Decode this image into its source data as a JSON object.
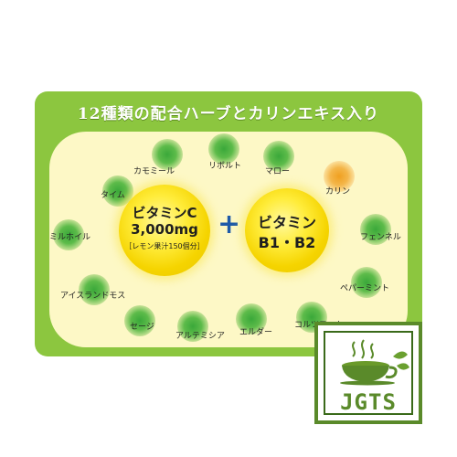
{
  "title": "12種類の配合ハーブとカリンエキス入り",
  "herbs": [
    {
      "label": "カモミール"
    },
    {
      "label": "リボルト"
    },
    {
      "label": "マロー"
    },
    {
      "label": "カリン"
    },
    {
      "label": "タイム"
    },
    {
      "label": "フェンネル"
    },
    {
      "label": "ミルホイル"
    },
    {
      "label": "ペパーミント"
    },
    {
      "label": "アイスランドモス"
    },
    {
      "label": "セージ"
    },
    {
      "label": "アルテミシア"
    },
    {
      "label": "エルダー"
    },
    {
      "label": "コルツフート"
    }
  ],
  "vitamin_c": {
    "line1": "ビタミンC",
    "line2": "3,000mg",
    "line3": "［レモン果汁150個分］"
  },
  "plus": "+",
  "vitamin_b": {
    "line1": "ビタミン",
    "line2": "B1・B2"
  },
  "logo": {
    "text": "JGTS"
  }
}
